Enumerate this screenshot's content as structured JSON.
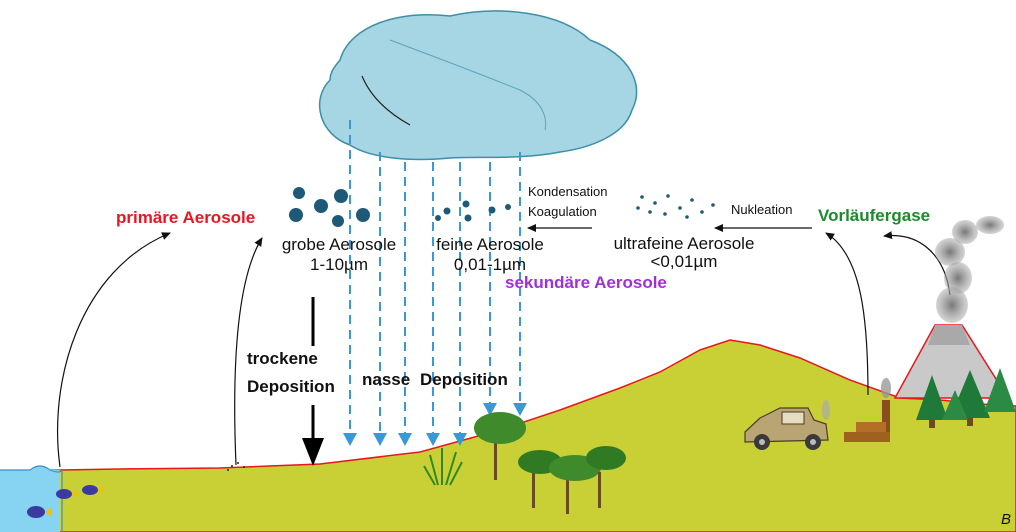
{
  "labels": {
    "primary_aerosols": "primäre Aerosole",
    "coarse_aerosols": "grobe Aerosole",
    "coarse_size": "1-10µm",
    "fine_aerosols": "feine Aerosole",
    "fine_size": "0,01-1µm",
    "ultrafine_aerosols": "ultrafeine Aerosole",
    "ultrafine_size": "<0,01µm",
    "condensation": "Kondensation",
    "coagulation": "Koagulation",
    "nucleation": "Nukleation",
    "precursor_gases": "Vorläufergase",
    "secondary_aerosols": "sekundäre Aerosole",
    "dry_deposition_1": "trockene",
    "dry_deposition_2": "Deposition",
    "wet_deposition_1": "nasse",
    "wet_deposition_2": "Deposition",
    "corner_mark": "B"
  },
  "colors": {
    "cloud": "#a6d5e3",
    "particles": "#1e5a78",
    "rain": "#3a98d6",
    "ground": "#c9d036",
    "ground_edge": "#e8161e",
    "water": "#86d3f2",
    "primary": "#e8161e",
    "precursor": "#1a8c2a",
    "secondary": "#a12fd6"
  }
}
